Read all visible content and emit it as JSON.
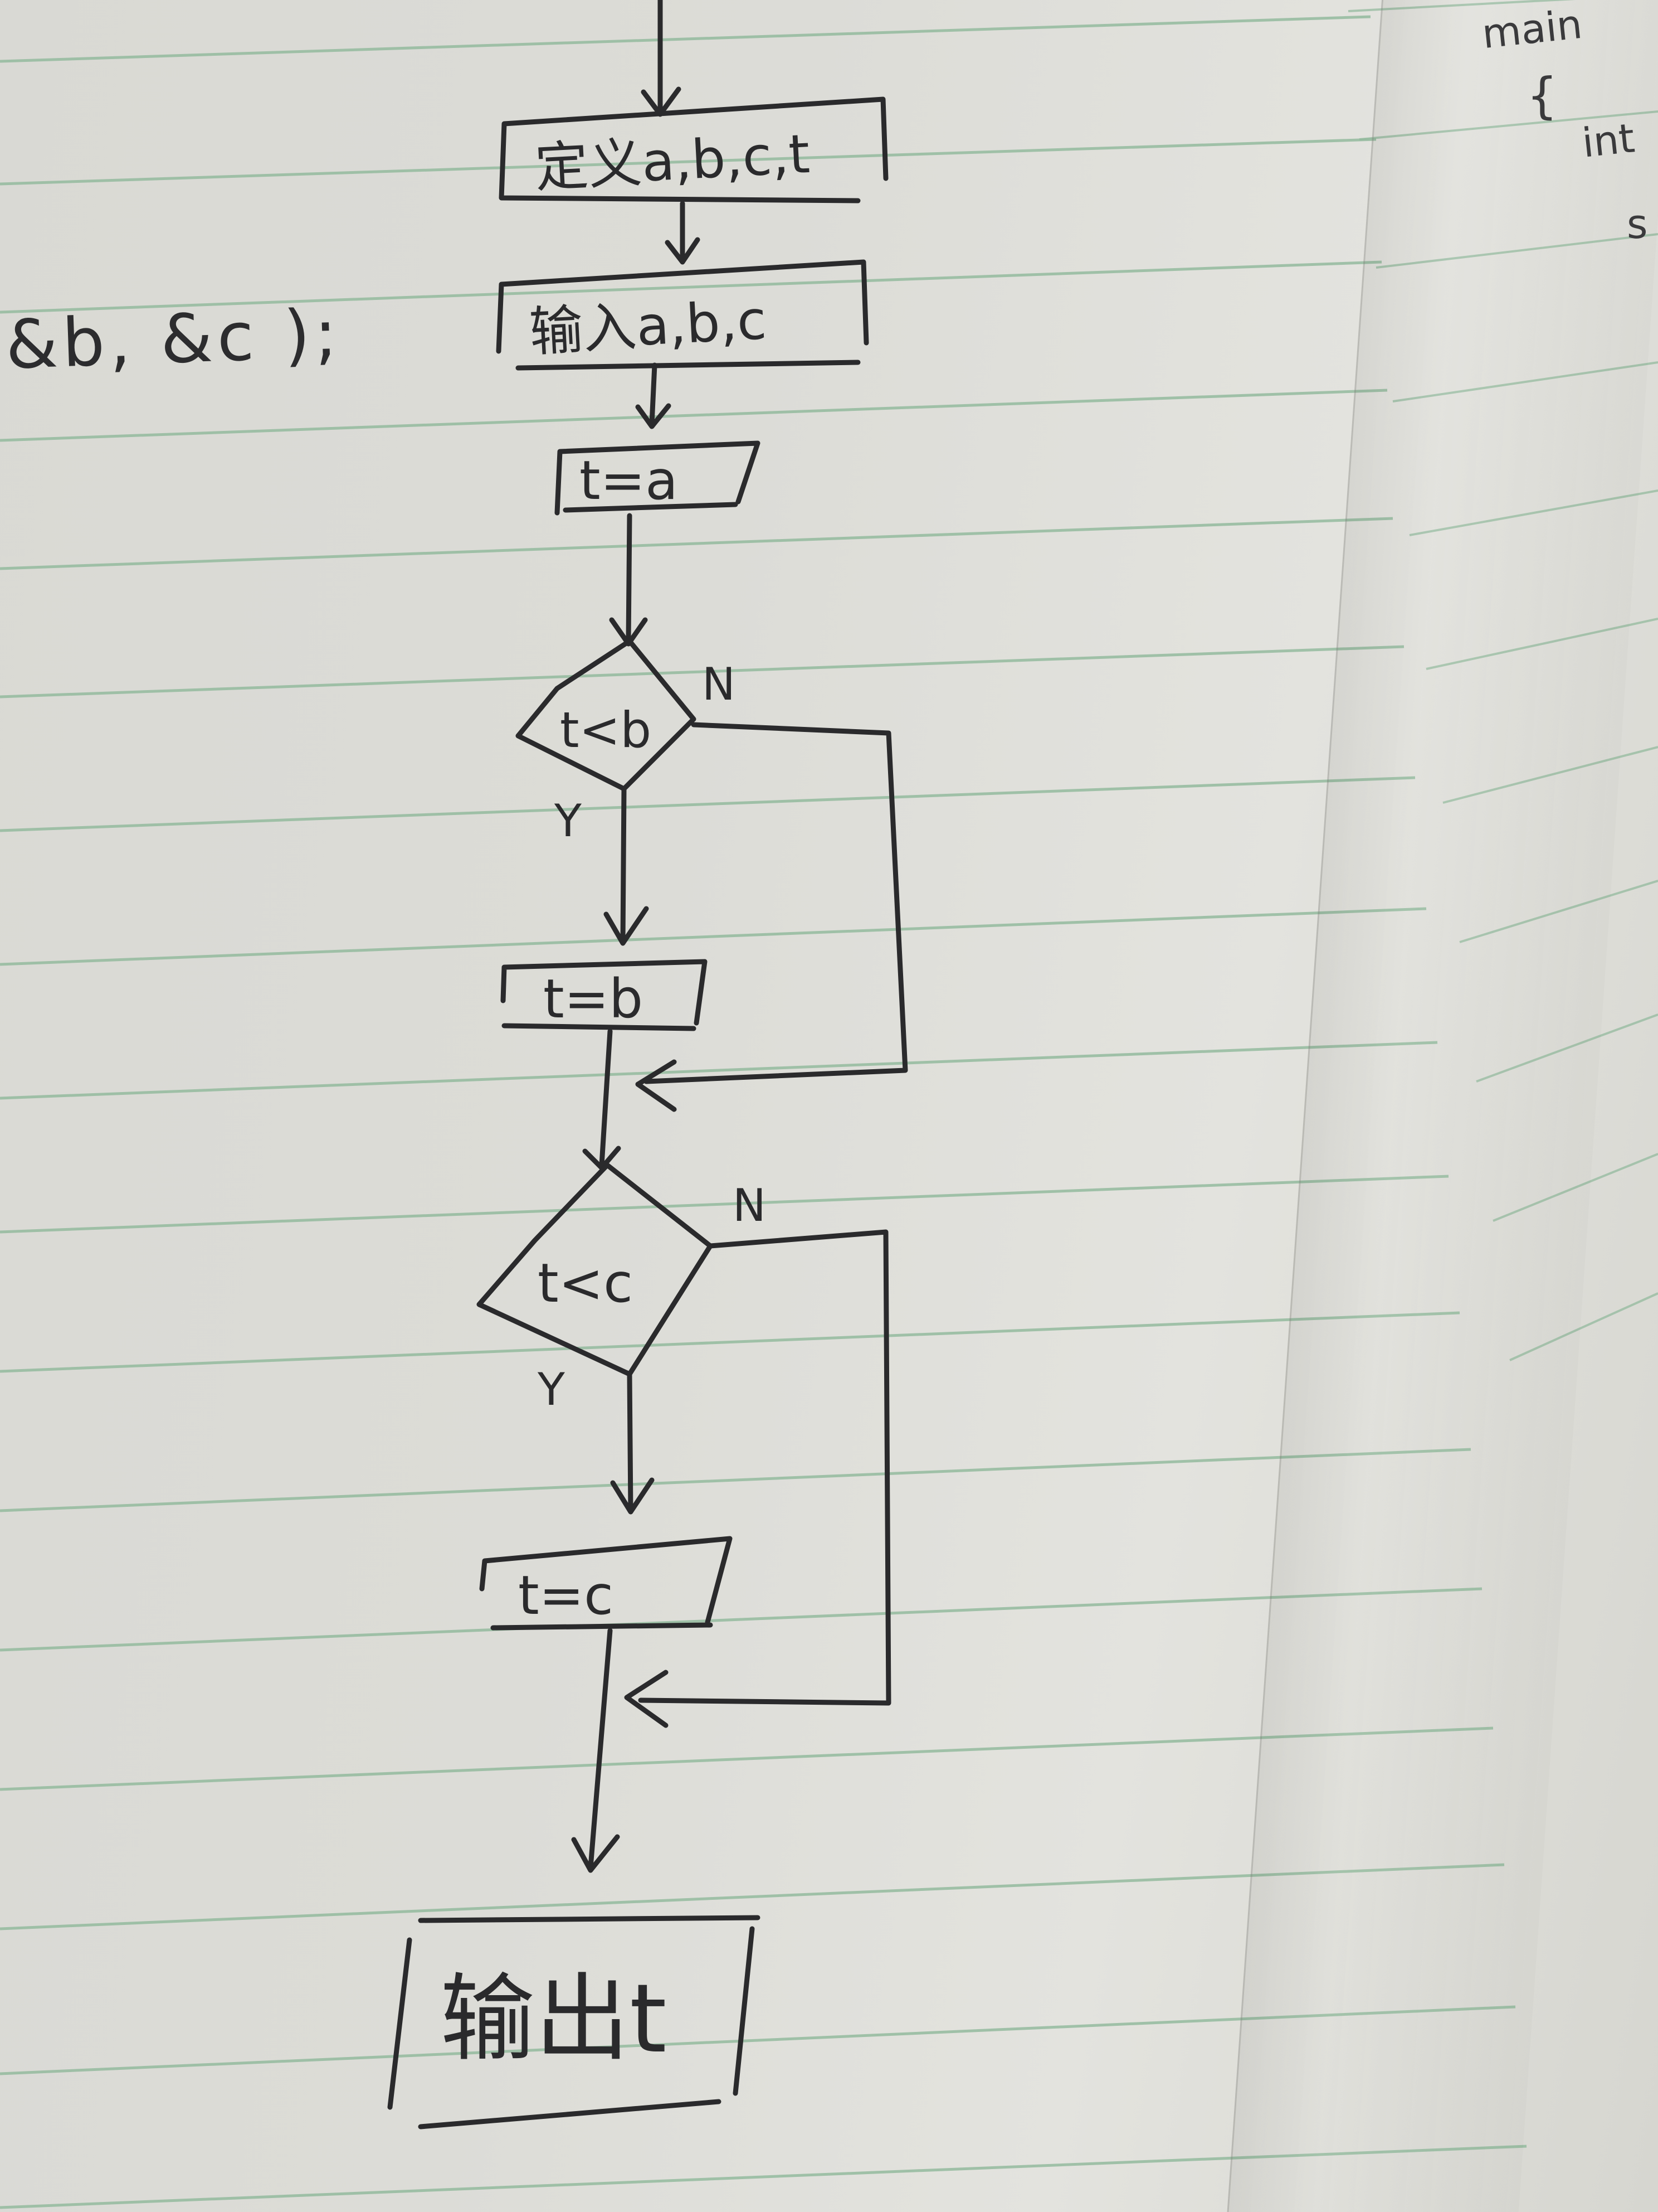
{
  "margin_note": "&b, &c );",
  "right_page": {
    "line1": "main",
    "line2": "{",
    "line3": "int",
    "line4": "s"
  },
  "flowchart": {
    "define_box": "定义a,b,c,t",
    "input_box": "输入a,b,c",
    "assign_a": "t=a",
    "decision_b": "t<b",
    "decision_b_no": "N",
    "decision_b_yes": "Y",
    "assign_b": "t=b",
    "decision_c": "t<c",
    "decision_c_no": "N",
    "decision_c_yes": "Y",
    "assign_c": "t=c",
    "output_box": "输出t"
  }
}
